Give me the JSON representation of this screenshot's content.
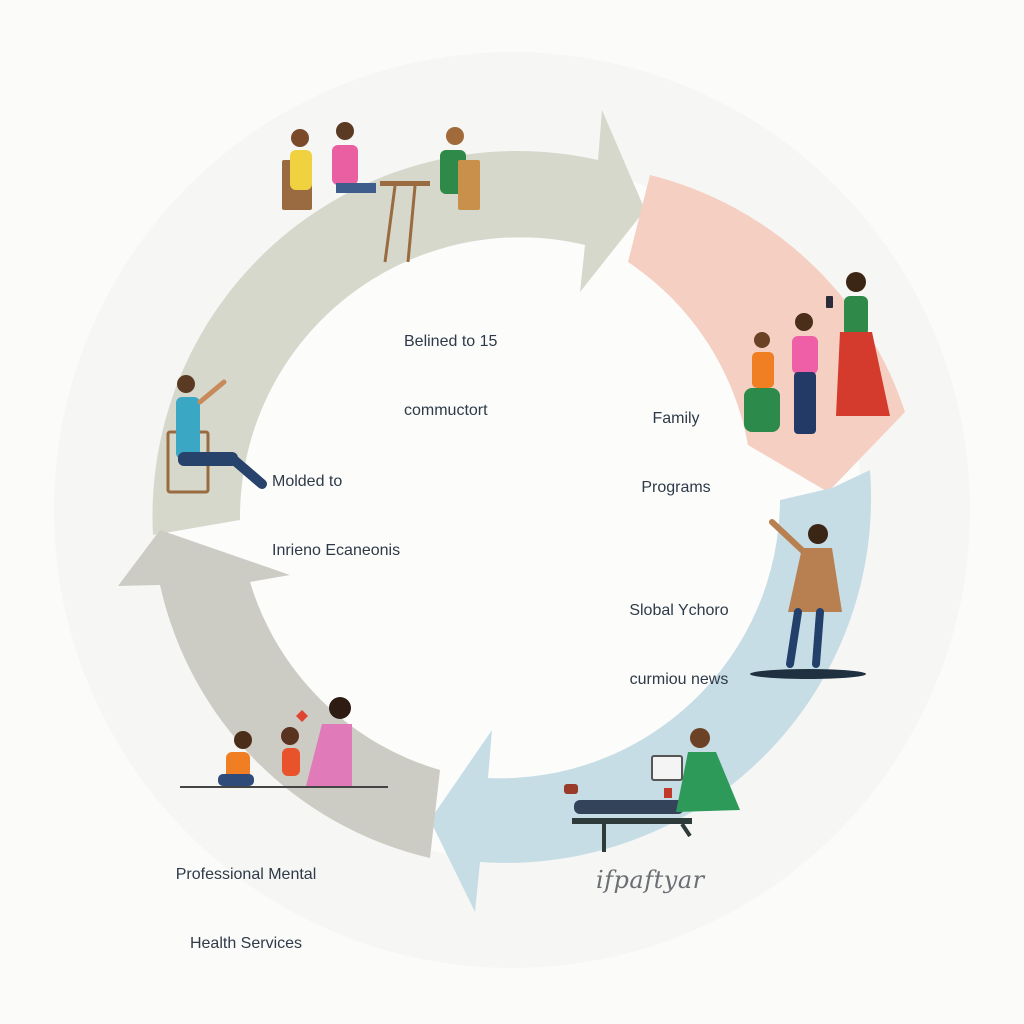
{
  "diagram": {
    "type": "cycle",
    "arrow_colors": {
      "top_left": "#d6d8cc",
      "right": "#f4cfc2",
      "bottom_right": "#c7dde6",
      "left": "#cdccc4"
    },
    "labels": {
      "top": [
        "Belined to 15",
        "commuctort"
      ],
      "left": [
        "Molded to",
        "Inrieno Ecaneonis"
      ],
      "right": [
        "Family",
        "Programs"
      ],
      "right_lower": [
        "Slobal Ychoro",
        "curmiou news"
      ],
      "bottom_left": [
        "Professional Mental",
        "Health Services"
      ]
    },
    "signature": "ifpaftyar"
  },
  "illustrations": {
    "top": "people-at-table-illustration",
    "left": "person-sitting-gesturing-illustration",
    "right": "family-with-phone-illustration",
    "right_lower": "person-dancing-illustration",
    "bottom_right": "person-reclining-with-laptop-illustration",
    "bottom_left": "adult-playing-with-children-illustration"
  }
}
